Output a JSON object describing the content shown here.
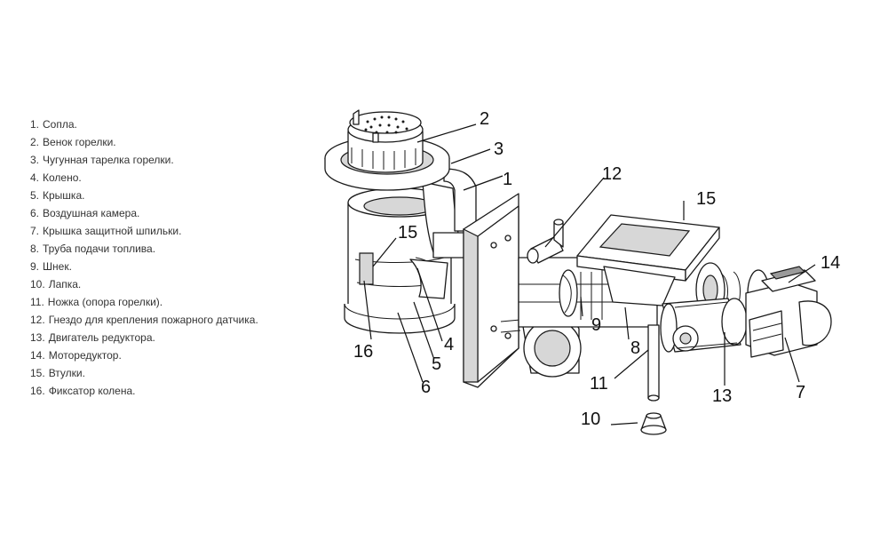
{
  "legend": [
    {
      "num": "1.",
      "text": "Сопла."
    },
    {
      "num": "2.",
      "text": "Венок горелки."
    },
    {
      "num": "3.",
      "text": "Чугунная тарелка горелки."
    },
    {
      "num": "4.",
      "text": "Колено."
    },
    {
      "num": "5.",
      "text": "Крышка."
    },
    {
      "num": "6.",
      "text": "Воздушная камера."
    },
    {
      "num": "7.",
      "text": "Крышка защитной шпильки."
    },
    {
      "num": "8.",
      "text": "Труба подачи топлива."
    },
    {
      "num": "9.",
      "text": "Шнек."
    },
    {
      "num": "10.",
      "text": "Лапка."
    },
    {
      "num": "11.",
      "text": "Ножка (опора горелки)."
    },
    {
      "num": "12.",
      "text": "Гнездо для крепления пожарного датчика."
    },
    {
      "num": "13.",
      "text": "Двигатель редуктора."
    },
    {
      "num": "14.",
      "text": "Моторедуктор."
    },
    {
      "num": "15.",
      "text": "Втулки."
    },
    {
      "num": "16.",
      "text": "Фиксатор колена."
    }
  ],
  "callouts": {
    "c1": "1",
    "c2": "2",
    "c3": "3",
    "c4": "4",
    "c5": "5",
    "c6": "6",
    "c7": "7",
    "c8": "8",
    "c9": "9",
    "c10": "10",
    "c11": "11",
    "c12": "12",
    "c13": "13",
    "c14": "14",
    "c15a": "15",
    "c15b": "15",
    "c16": "16"
  }
}
